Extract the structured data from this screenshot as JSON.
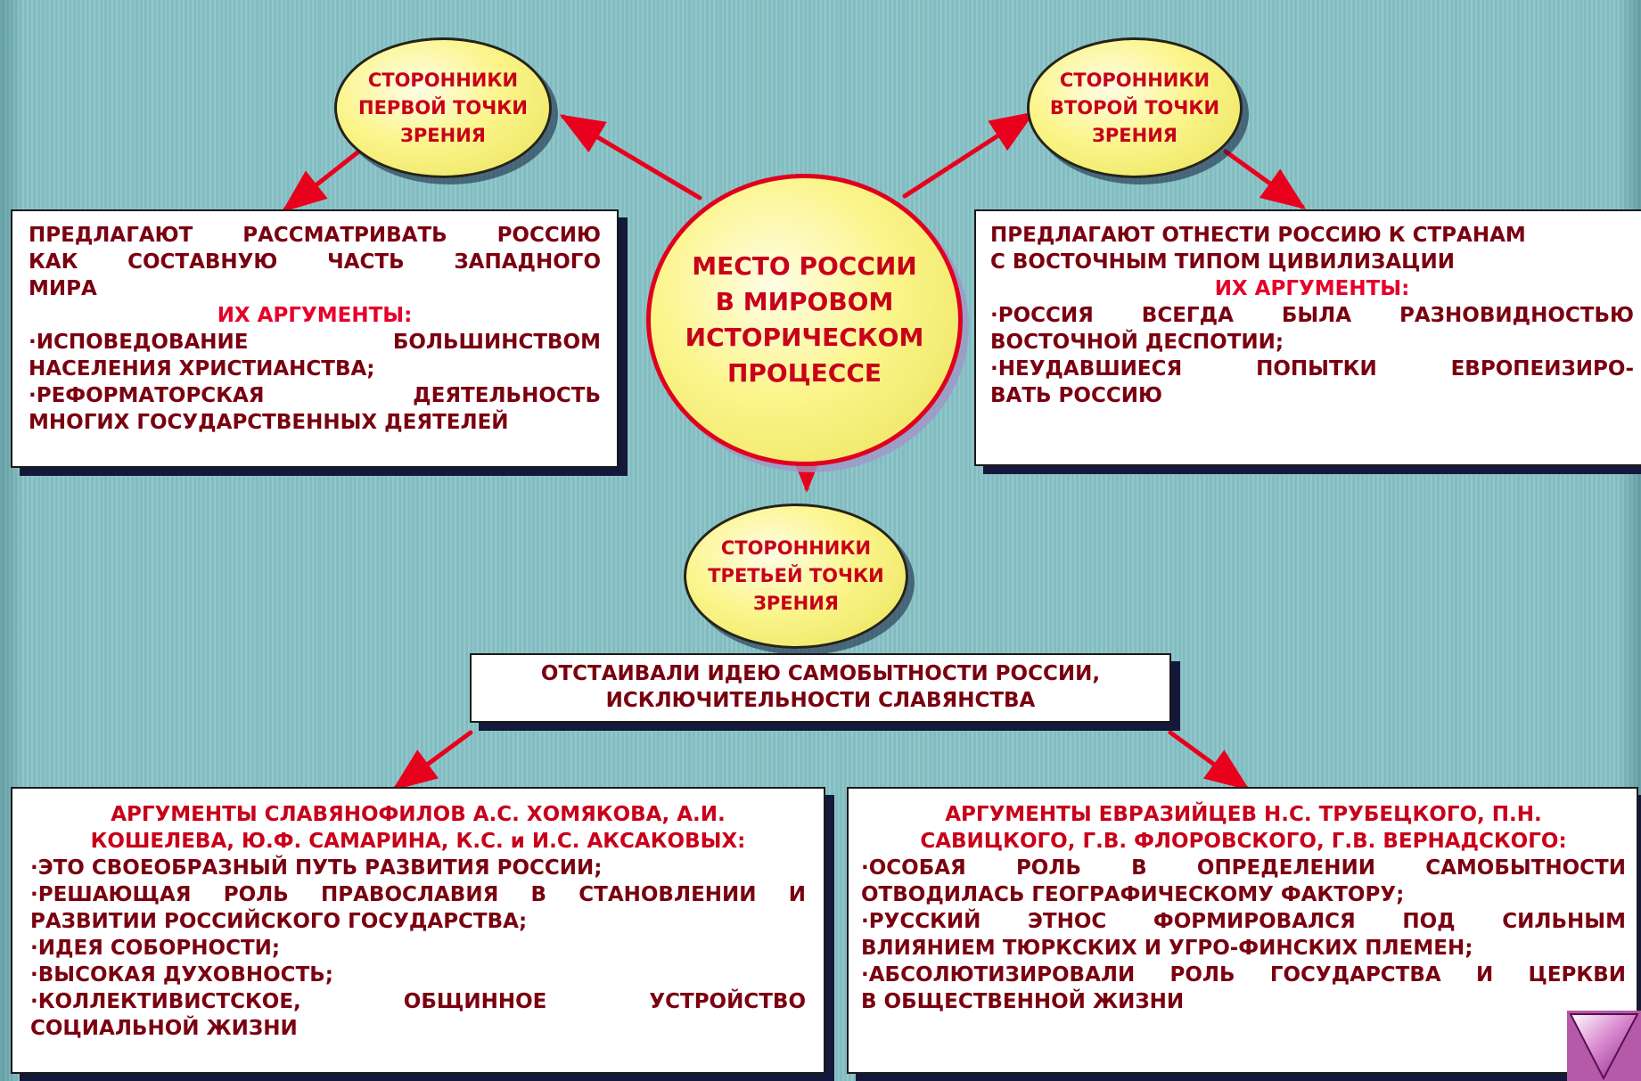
{
  "center": {
    "lines": [
      "МЕСТО РОССИИ",
      "В МИРОВОМ",
      "ИСТОРИЧЕСКОМ",
      "ПРОЦЕССЕ"
    ]
  },
  "bubbles": {
    "first": {
      "lines": [
        "СТОРОННИКИ",
        "ПЕРВОЙ ТОЧКИ",
        "ЗРЕНИЯ"
      ]
    },
    "second": {
      "lines": [
        "СТОРОННИКИ",
        "ВТОРОЙ ТОЧКИ",
        "ЗРЕНИЯ"
      ]
    },
    "third": {
      "lines": [
        "СТОРОННИКИ",
        "ТРЕТЬЕЙ ТОЧКИ",
        "ЗРЕНИЯ"
      ]
    }
  },
  "box_left": {
    "lines": [
      "ПРЕДЛАГАЮТ РАССМАТРИВАТЬ РОССИЮ",
      "КАК СОСТАВНУЮ ЧАСТЬ ЗАПАДНОГО",
      "МИРА",
      "ИХ АРГУМЕНТЫ:",
      "·ИСПОВЕДОВАНИЕ БОЛЬШИНСТВОМ",
      "НАСЕЛЕНИЯ ХРИСТИАНСТВА;",
      "·РЕФОРМАТОРСКАЯ ДЕЯТЕЛЬНОСТЬ",
      "МНОГИХ ГОСУДАРСТВЕННЫХ ДЕЯТЕЛЕЙ"
    ]
  },
  "box_right": {
    "lines": [
      "ПРЕДЛАГАЮТ ОТНЕСТИ РОССИЮ К СТРАНАМ",
      "С ВОСТОЧНЫМ ТИПОМ ЦИВИЛИЗАЦИИ",
      "ИХ АРГУМЕНТЫ:",
      "·РОССИЯ ВСЕГДА БЫЛА РАЗНОВИДНОСТЬЮ",
      "ВОСТОЧНОЙ ДЕСПОТИИ;",
      "·НЕУДАВШИЕСЯ ПОПЫТКИ ЕВРОПЕИЗИРО-",
      "ВАТЬ РОССИЮ"
    ]
  },
  "box_middle": {
    "lines": [
      "ОТСТАИВАЛИ ИДЕЮ САМОБЫТНОСТИ РОССИИ,",
      "ИСКЛЮЧИТЕЛЬНОСТИ СЛАВЯНСТВА"
    ]
  },
  "box_bottom_left": {
    "lines": [
      "АРГУМЕНТЫ СЛАВЯНОФИЛОВ А.С. ХОМЯКОВА, А.И.",
      "КОШЕЛЕВА, Ю.Ф. САМАРИНА, К.С. и И.С. АКСАКОВЫХ:",
      "·ЭТО СВОЕОБРАЗНЫЙ ПУТЬ РАЗВИТИЯ РОССИИ;",
      "·РЕШАЮЩАЯ РОЛЬ ПРАВОСЛАВИЯ В СТАНОВЛЕНИИ И",
      "РАЗВИТИИ РОССИЙСКОГО ГОСУДАРСТВА;",
      "·ИДЕЯ СОБОРНОСТИ;",
      "·ВЫСОКАЯ ДУХОВНОСТЬ;",
      "·КОЛЛЕКТИВИСТСКОЕ, ОБЩИННОЕ УСТРОЙСТВО",
      "СОЦИАЛЬНОЙ ЖИЗНИ"
    ]
  },
  "box_bottom_right": {
    "lines": [
      "АРГУМЕНТЫ ЕВРАЗИЙЦЕВ Н.С. ТРУБЕЦКОГО, П.Н.",
      "САВИЦКОГО, Г.В. ФЛОРОВСКОГО, Г.В. ВЕРНАДСКОГО:",
      "·ОСОБАЯ РОЛЬ В ОПРЕДЕЛЕНИИ САМОБЫТНОСТИ",
      "ОТВОДИЛАСЬ ГЕОГРАФИЧЕСКОМУ ФАКТОРУ;",
      "·РУССКИЙ ЭТНОС ФОРМИРОВАЛСЯ ПОД СИЛЬНЫМ",
      "ВЛИЯНИЕМ ТЮРКСКИХ И УГРО-ФИНСКИХ ПЛЕМЕН;",
      "·АБСОЛЮТИЗИРОВАЛИ РОЛЬ ГОСУДАРСТВА И ЦЕРКВИ",
      "В ОБЩЕСТВЕННОЙ ЖИЗНИ"
    ]
  },
  "colors": {
    "background": "#86c2c6",
    "arrow": "#e8001c",
    "bubble_fill": "#fbf58c",
    "title_red": "#c8001a",
    "body_text": "#7a0010",
    "box_shadow": "#14183a"
  },
  "nav": {
    "icon": "next-slide-triangle-icon"
  }
}
